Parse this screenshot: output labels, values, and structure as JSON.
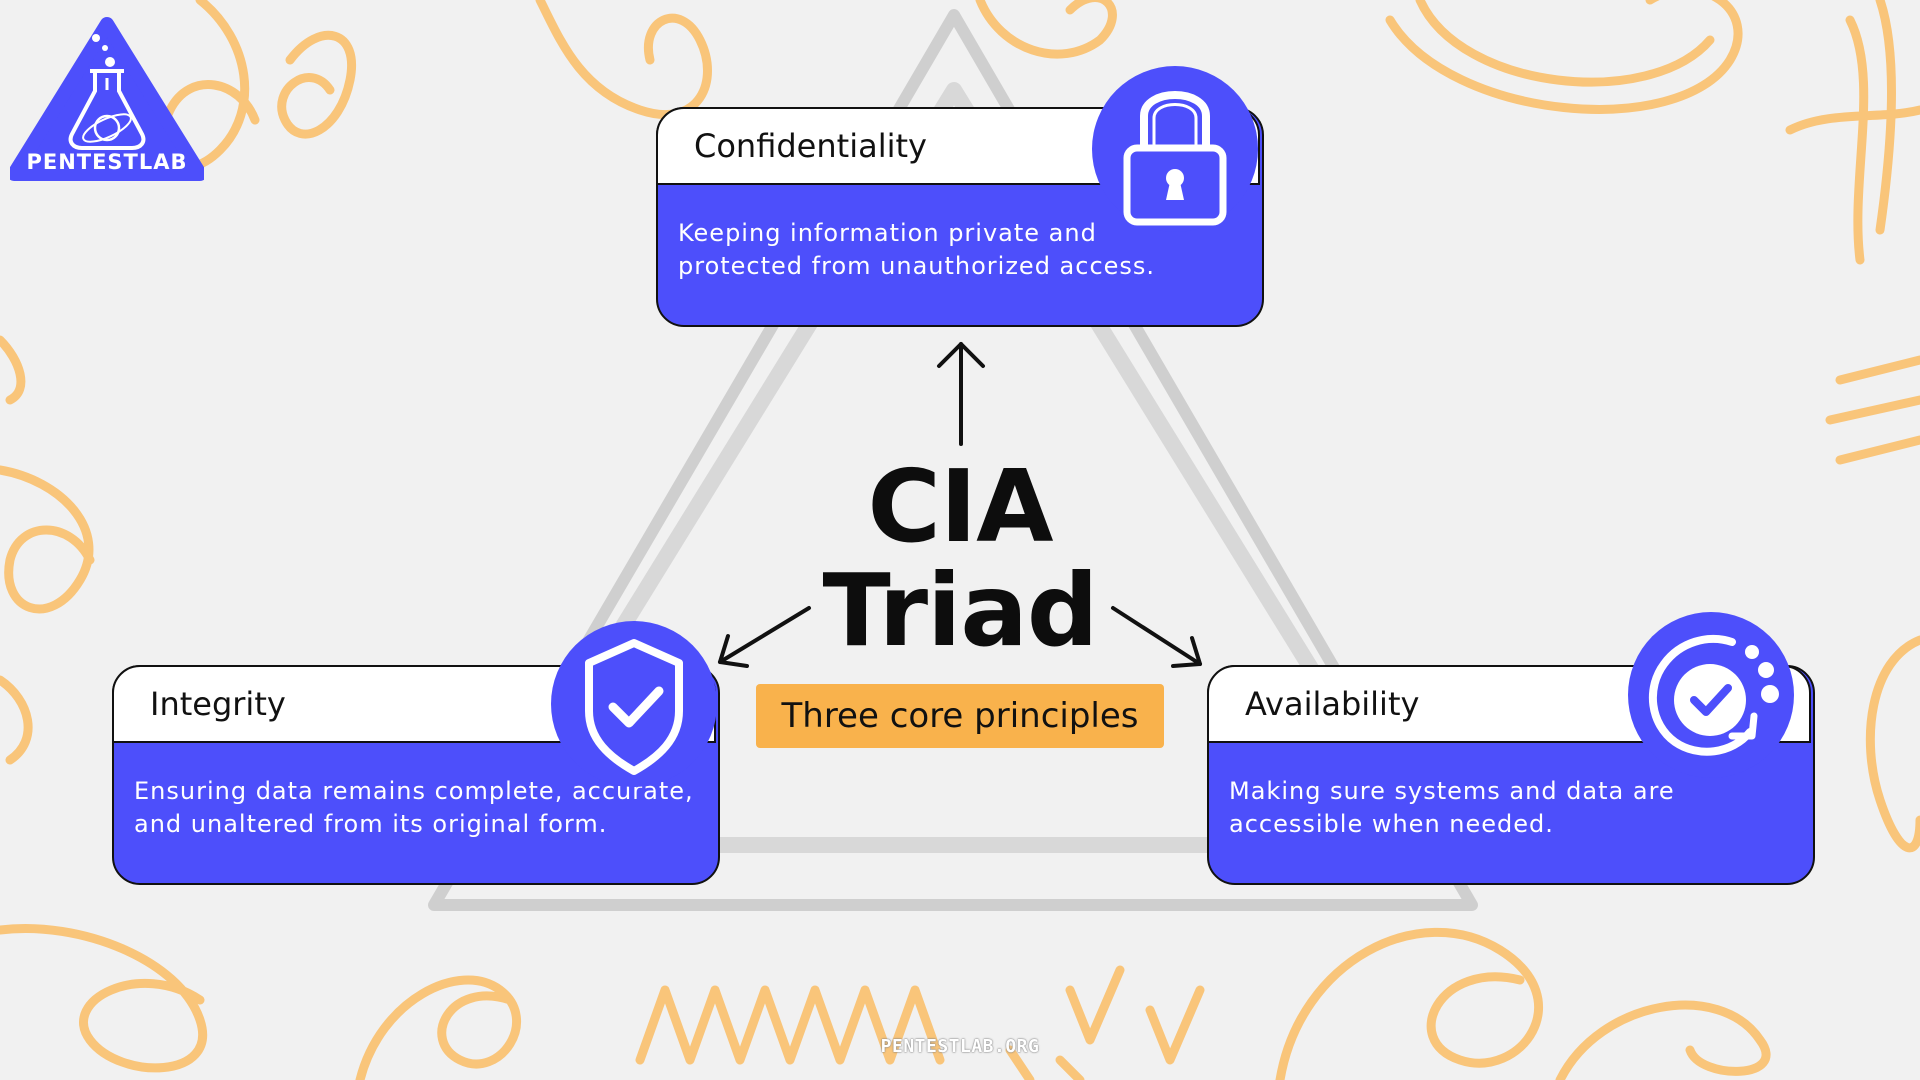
{
  "brand": {
    "logo_text": "PENTESTLAB",
    "footer_url": "PENTESTLAB.ORG"
  },
  "center": {
    "title_line1": "CIA",
    "title_line2": "Triad",
    "subtitle": "Three core principles"
  },
  "cards": {
    "confidentiality": {
      "title": "Confidentiality",
      "description_line1": "Keeping information private and",
      "description_line2": "protected from unauthorized access.",
      "icon": "padlock-icon"
    },
    "integrity": {
      "title": "Integrity",
      "description_line1": "Ensuring data remains complete, accurate,",
      "description_line2": "and unaltered from its original form.",
      "icon": "shield-check-icon"
    },
    "availability": {
      "title": "Availability",
      "description_line1": "Making sure systems and data are",
      "description_line2": "accessible when needed.",
      "icon": "refresh-check-icon"
    }
  },
  "colors": {
    "background": "#f1f1f1",
    "card_fill": "#4d4ffb",
    "header_fill": "#ffffff",
    "subtitle_fill": "#f9b24c",
    "doodle": "#f9c57a",
    "triangle": "#cfcfcf"
  }
}
